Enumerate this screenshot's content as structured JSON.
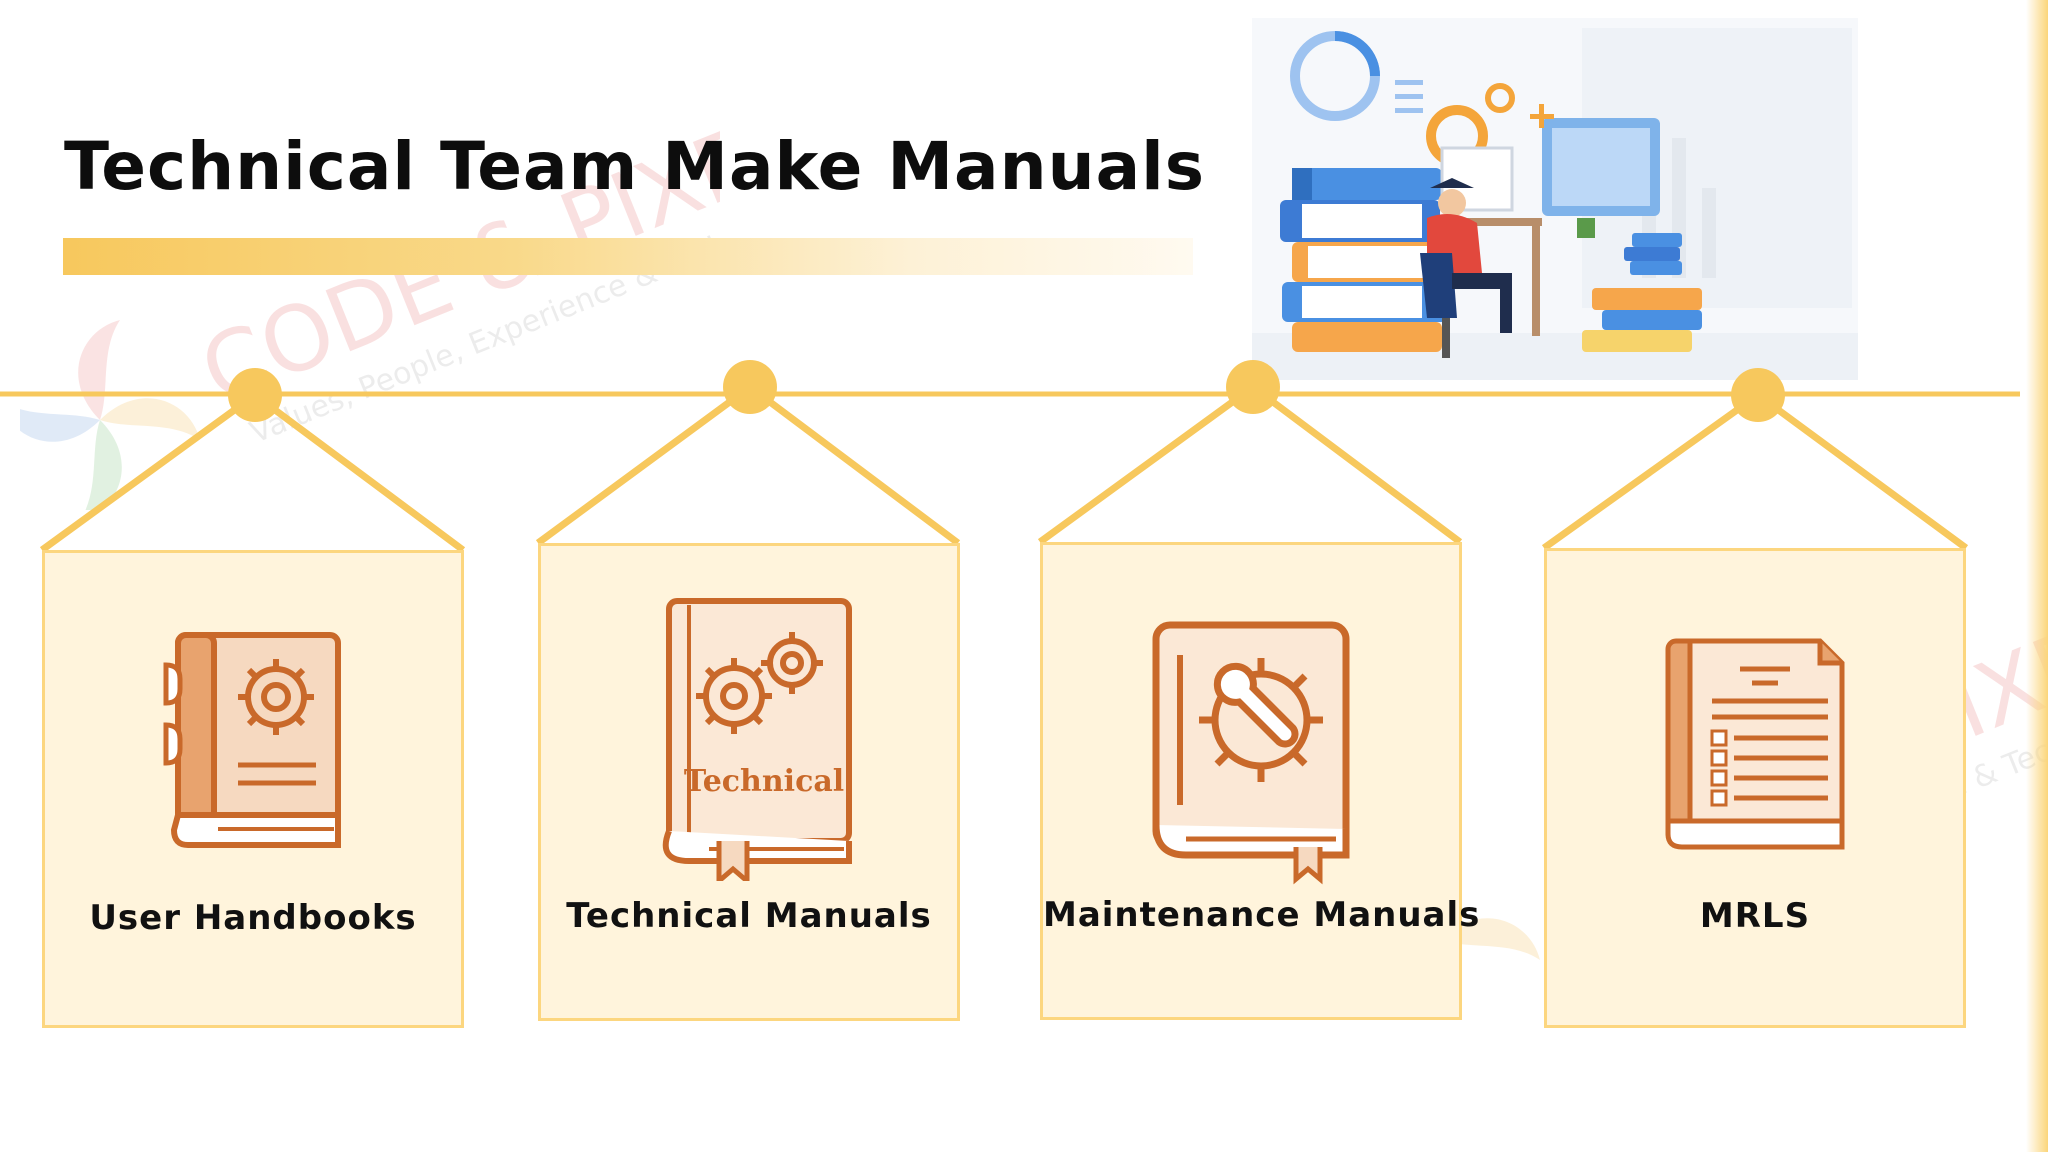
{
  "title": "Technical Team Make Manuals",
  "colors": {
    "accent": "#f7c85d",
    "card_fill": "#fff4dc",
    "card_border": "#fcd67f",
    "icon": "#c9692a",
    "icon_light": "#f4c7a1"
  },
  "watermark": {
    "brand": "CODE & PIXELS",
    "tagline": "Values, People, Experience & Technology"
  },
  "cards": [
    {
      "label": "User Handbooks",
      "icon": "gear-book-icon"
    },
    {
      "label": "Technical Manuals",
      "icon": "technical-book-icon",
      "icon_text": "Technical"
    },
    {
      "label": "Maintenance Manuals",
      "icon": "wrench-gear-book-icon"
    },
    {
      "label": "MRLS",
      "icon": "checklist-book-icon"
    }
  ],
  "illustration": "person-studying-with-books-illustration"
}
